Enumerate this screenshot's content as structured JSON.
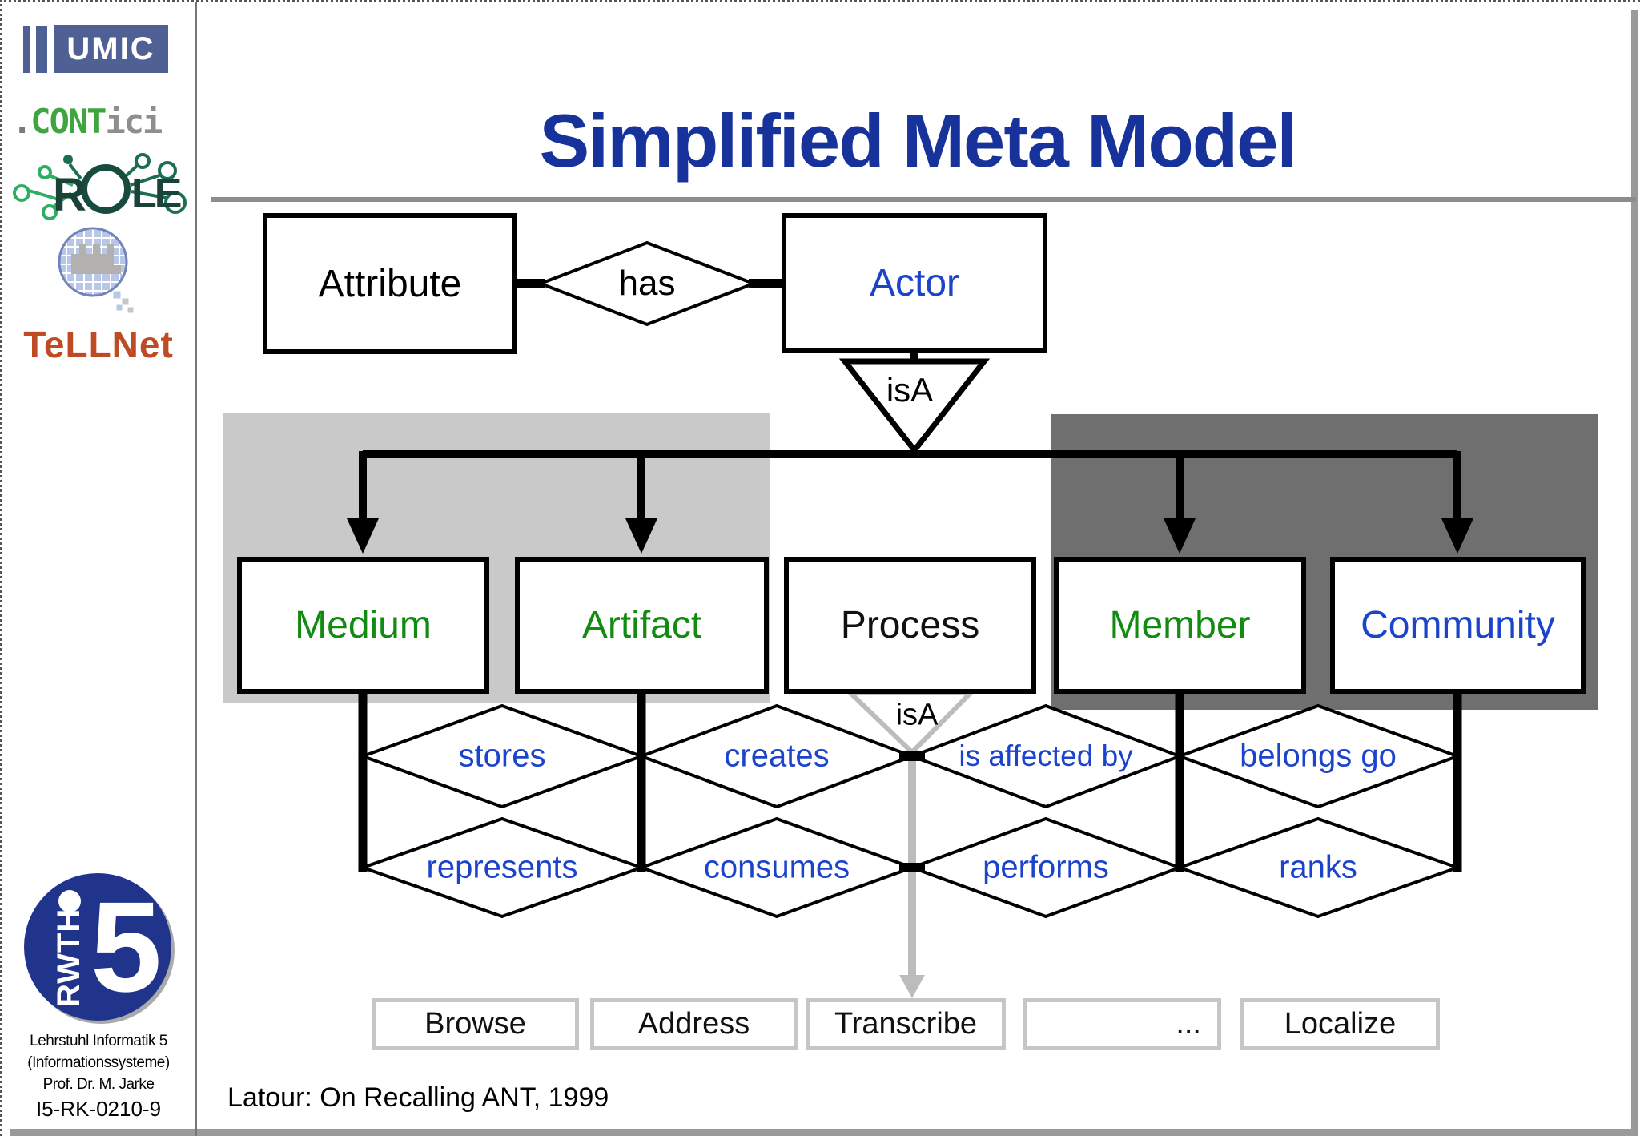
{
  "slide": {
    "title": "Simplified Meta Model",
    "caption": "Latour: On Recalling ANT, 1999"
  },
  "sidebar": {
    "umic_label": "UMIC",
    "contici": {
      "dot": ".",
      "cont": "CONT",
      "ici": "ici"
    },
    "role": {
      "r": "R",
      "le": "LE"
    },
    "tellnet_label": "TeLLNet",
    "rwth": {
      "letters": "RWTH",
      "five": "5"
    },
    "footer": [
      "Lehrstuhl Informatik 5",
      "(Informationssysteme)",
      "Prof. Dr. M. Jarke",
      "I5-RK-0210-9"
    ]
  },
  "diagram": {
    "attribute_label": "Attribute",
    "has_label": "has",
    "actor_label": "Actor",
    "isa_actor_label": "isA",
    "isa_process_label": "isA",
    "entities": [
      {
        "label": "Medium",
        "color": "#118c11"
      },
      {
        "label": "Artifact",
        "color": "#118c11"
      },
      {
        "label": "Process",
        "color": "#111111"
      },
      {
        "label": "Member",
        "color": "#118c11"
      },
      {
        "label": "Community",
        "color": "#1b43cc"
      }
    ],
    "relations_row1": [
      "stores",
      "creates",
      "is affected by",
      "belongs go"
    ],
    "relations_row2": [
      "represents",
      "consumes",
      "performs",
      "ranks"
    ],
    "operations": [
      "Browse",
      "Address",
      "Transcribe",
      "...",
      "Localize"
    ]
  },
  "colors": {
    "title_blue": "#17339b",
    "entity_blue": "#1b43cc",
    "entity_green": "#118c11",
    "relation_text": "#1b43cc",
    "bg_light_gray": "#c9c9c9",
    "bg_dark_gray": "#6f6f6f",
    "silver": "#bcbcbc",
    "umic_blue": "#4e6094",
    "contici_green": "#3fa53f",
    "contici_gray": "#8e8e8e",
    "tellnet_orange": "#bf4b24",
    "rwth_blue": "#20348c",
    "role_dark_green": "#1b4238",
    "role_light_green": "#2fae63"
  }
}
